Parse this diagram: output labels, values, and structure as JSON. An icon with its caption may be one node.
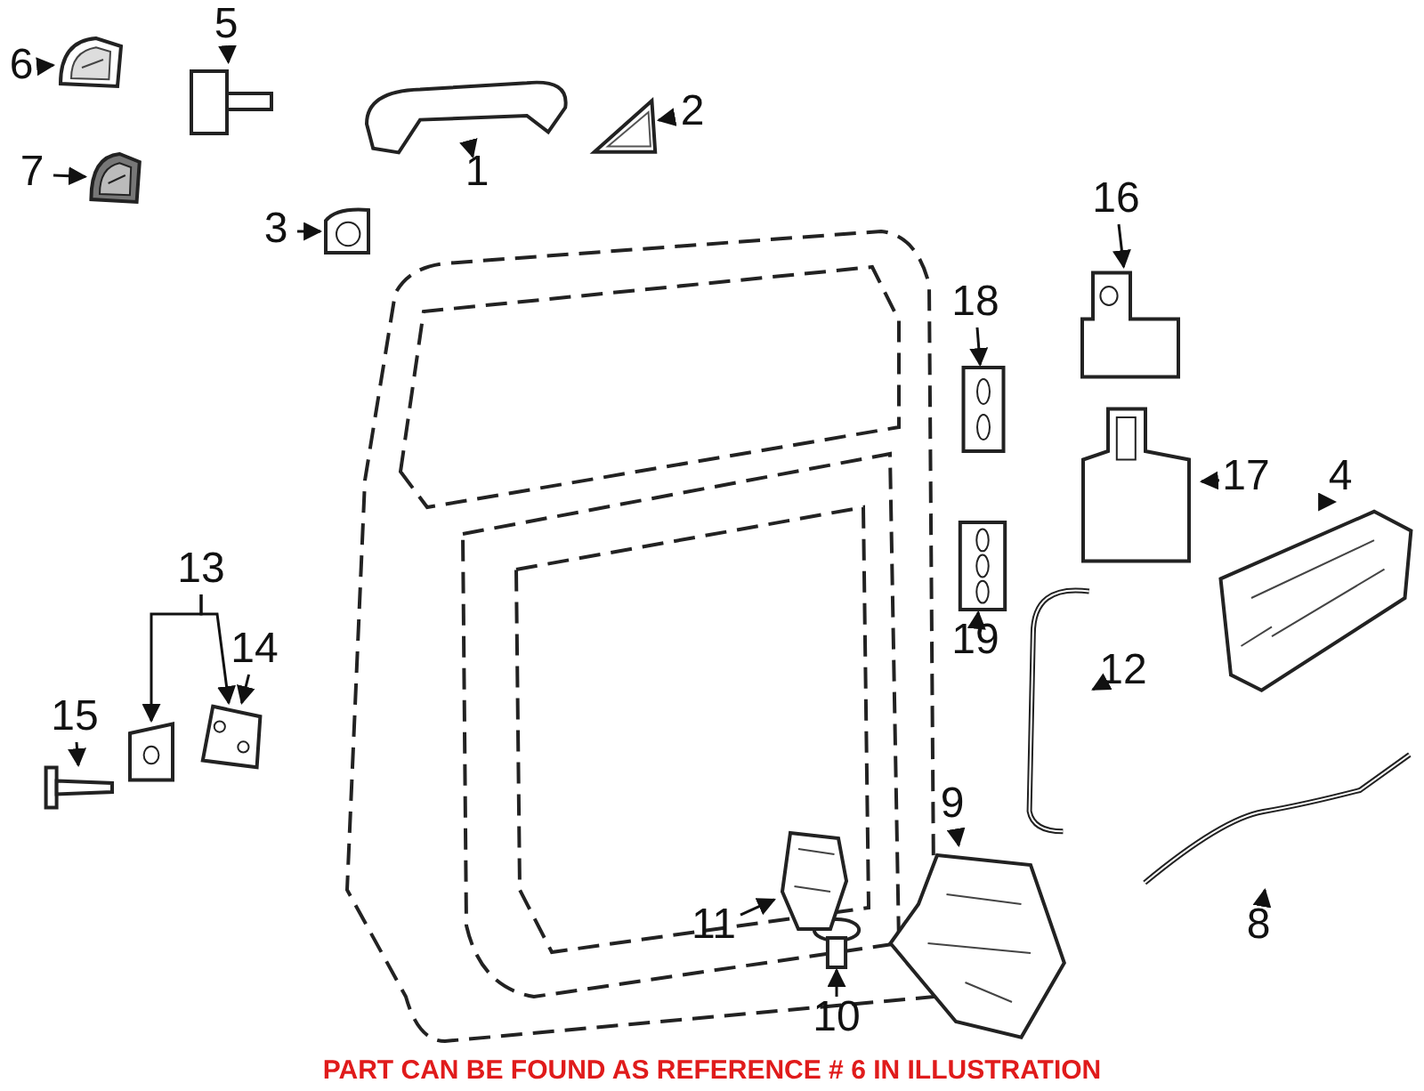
{
  "diagram": {
    "caption": "PART CAN BE FOUND AS REFERENCE # 6 IN ILLUSTRATION",
    "nodes": [
      {
        "text": [
          "1"
        ]
      },
      {
        "text": [
          "2"
        ]
      },
      {
        "text": [
          "3"
        ]
      },
      {
        "text": [
          "4"
        ]
      },
      {
        "text": [
          "5"
        ]
      },
      {
        "text": [
          "6"
        ]
      },
      {
        "text": [
          "7"
        ]
      },
      {
        "text": [
          "8"
        ]
      },
      {
        "text": [
          "9"
        ]
      },
      {
        "text": [
          "10"
        ]
      },
      {
        "text": [
          "11"
        ]
      },
      {
        "text": [
          "12"
        ]
      },
      {
        "text": [
          "13"
        ]
      },
      {
        "text": [
          "14"
        ]
      },
      {
        "text": [
          "15"
        ]
      },
      {
        "text": [
          "16"
        ]
      },
      {
        "text": [
          "17"
        ]
      },
      {
        "text": [
          "18"
        ]
      },
      {
        "text": [
          "19"
        ]
      },
      {
        "text": [],
        "shape": "picture"
      },
      {
        "text": [],
        "shape": "picture"
      },
      {
        "text": [],
        "shape": "picture"
      },
      {
        "text": [],
        "shape": "picture"
      },
      {
        "text": [],
        "shape": "picture"
      },
      {
        "text": [],
        "shape": "picture"
      },
      {
        "text": [],
        "shape": "picture"
      },
      {
        "text": [],
        "shape": "picture"
      },
      {
        "text": [],
        "shape": "picture"
      },
      {
        "text": [],
        "shape": "picture"
      },
      {
        "text": [],
        "shape": "picture"
      },
      {
        "text": [],
        "shape": "picture"
      },
      {
        "text": [],
        "shape": "picture"
      },
      {
        "text": [],
        "shape": "picture"
      },
      {
        "text": [],
        "shape": "picture"
      },
      {
        "text": [],
        "shape": "picture"
      },
      {
        "text": [],
        "shape": "picture"
      },
      {
        "text": [],
        "shape": "picture"
      },
      {
        "text": [],
        "shape": "picture"
      }
    ],
    "edges": [
      {
        "from": 0,
        "to": 19,
        "arrow": "to"
      },
      {
        "from": 1,
        "to": 20,
        "arrow": "to"
      },
      {
        "from": 2,
        "to": 21,
        "arrow": "to"
      },
      {
        "from": 3,
        "to": 22,
        "arrow": "to"
      },
      {
        "from": 4,
        "to": 23,
        "arrow": "to"
      },
      {
        "from": 5,
        "to": 24,
        "arrow": "to"
      },
      {
        "from": 6,
        "to": 25,
        "arrow": "to"
      },
      {
        "from": 7,
        "to": 26,
        "arrow": "to"
      },
      {
        "from": 8,
        "to": 27,
        "arrow": "to"
      },
      {
        "from": 9,
        "to": 28,
        "arrow": "to"
      },
      {
        "from": 10,
        "to": 29,
        "arrow": "to"
      },
      {
        "from": 11,
        "to": 30,
        "arrow": "to"
      },
      {
        "from": 12,
        "to": 31,
        "arrow": "to"
      },
      {
        "from": 12,
        "to": 32,
        "arrow": "to"
      },
      {
        "from": 13,
        "to": 32,
        "arrow": "to"
      },
      {
        "from": 14,
        "to": 33,
        "arrow": "to"
      },
      {
        "from": 15,
        "to": 34,
        "arrow": "to"
      },
      {
        "from": 16,
        "to": 35,
        "arrow": "to"
      },
      {
        "from": 17,
        "to": 36,
        "arrow": "to"
      },
      {
        "from": 18,
        "to": 37,
        "arrow": "to"
      }
    ]
  }
}
